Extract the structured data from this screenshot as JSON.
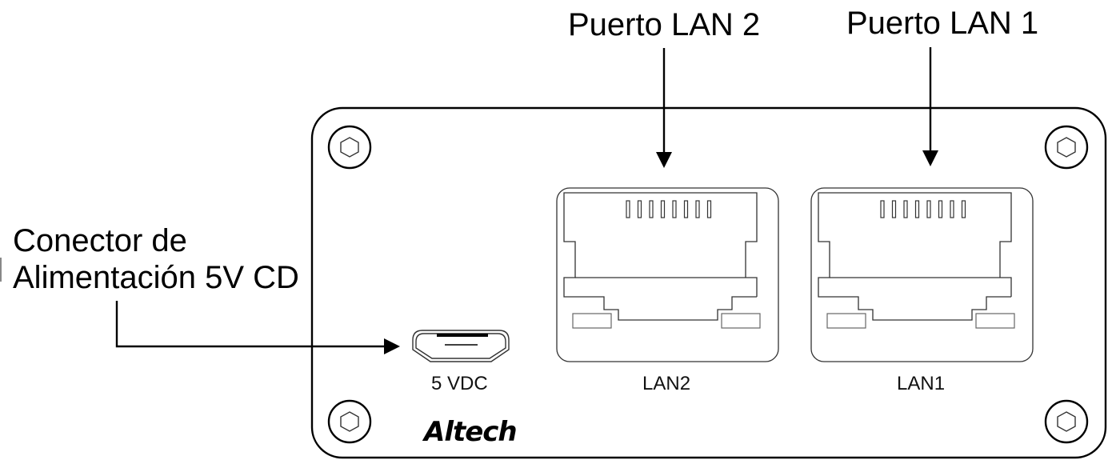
{
  "diagram": {
    "callouts": {
      "lan2": "Puerto LAN 2",
      "lan1": "Puerto LAN 1",
      "power_line1": "Conector de",
      "power_line2": "Alimentación 5V CD"
    },
    "panel": {
      "power_label": "5 VDC",
      "lan2_label": "LAN2",
      "lan1_label": "LAN1",
      "brand": "Altech"
    },
    "rj45": {
      "pin_count": 8
    },
    "colors": {
      "line": "#000000",
      "detail": "#333333",
      "background": "#ffffff"
    }
  }
}
